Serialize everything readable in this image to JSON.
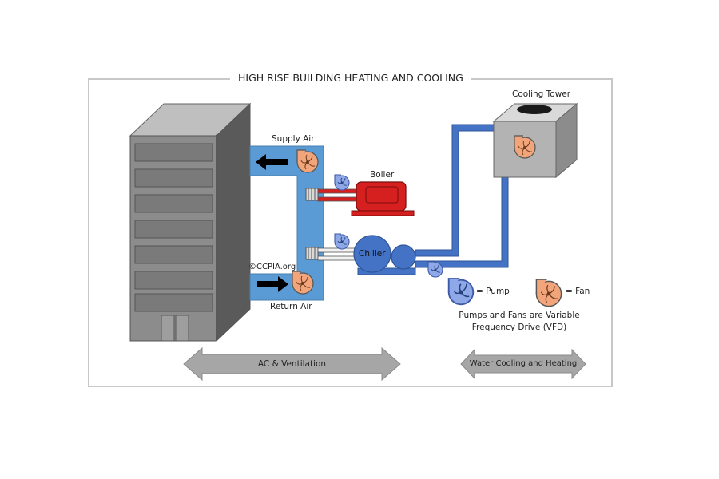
{
  "title": "HIGH RISE BUILDING HEATING AND COOLING",
  "labels": {
    "supply_air": "Supply Air",
    "return_air": "Return Air",
    "boiler": "Boiler",
    "chiller": "Chiller",
    "cooling_tower": "Cooling Tower",
    "copyright": "©CCPIA.org"
  },
  "legend": {
    "pump": "= Pump",
    "fan": "= Fan",
    "note_line1": "Pumps and Fans are Variable",
    "note_line2": "Frequency Drive (VFD)"
  },
  "arrows": {
    "ac": "AC & Ventilation",
    "water": "Water Cooling and Heating"
  },
  "colors": {
    "duct": "#5b9bd5",
    "pipe": "#4472c4",
    "boiler": "#d62020",
    "fan": "#f2a47a",
    "pump": "#8fa9e8",
    "building": "#8c8c8c",
    "arrow": "#a6a6a6"
  }
}
